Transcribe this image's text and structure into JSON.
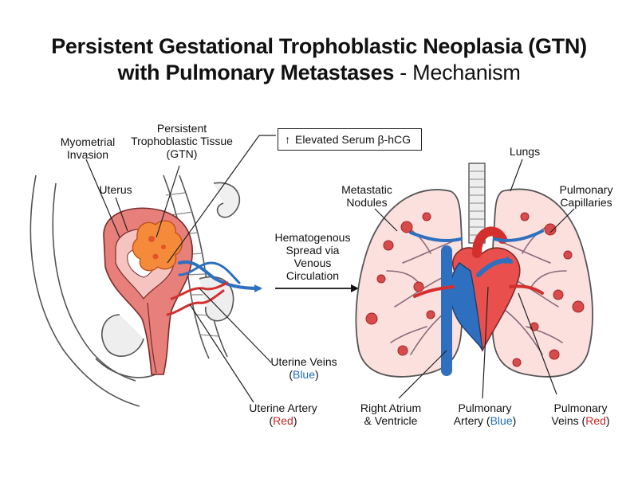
{
  "title": {
    "line1": "Persistent Gestational Trophoblastic Neoplasia (GTN)",
    "line2_bold": "with Pulmonary Metastases",
    "line2_rest": " - Mechanism"
  },
  "labels": {
    "myometrial_invasion": [
      "Myometrial",
      "Invasion"
    ],
    "persistent_tissue": [
      "Persistent",
      "Trophoblastic Tissue",
      "(GTN)"
    ],
    "uterus": "Uterus",
    "elevated_hcg": "Elevated Serum β-hCG",
    "hcg_icon": "arrow-up-icon",
    "spread": [
      "Hematogenous",
      "Spread via",
      "Venous",
      "Circulation"
    ],
    "lungs": "Lungs",
    "metastatic_nodules": [
      "Metastatic",
      "Nodules"
    ],
    "pulmonary_capillaries": [
      "Pulmonary",
      "Capillaries"
    ],
    "uterine_veins": {
      "line1": "Uterine Veins",
      "open": "(",
      "color_word": "Blue",
      "close": ")"
    },
    "uterine_artery": {
      "line1": "Uterine Artery",
      "open": "(",
      "color_word": "Red",
      "close": ")"
    },
    "right_atrium": [
      "Right Atrium",
      "& Ventricle"
    ],
    "pulmonary_artery": {
      "line1": "Pulmonary",
      "line2_prefix": "Artery (",
      "color_word": "Blue",
      "close": ")"
    },
    "pulmonary_veins": {
      "line1": "Pulmonary",
      "line2_prefix": "Veins (",
      "color_word": "Red",
      "close": ")"
    }
  },
  "colors": {
    "artery_red": "#d32f2f",
    "vein_blue": "#2e6fbf",
    "tissue_pink": "#f6c4c0",
    "tumor_orange": "#f58b3a",
    "lung_fill": "#fbe0de",
    "nodule": "#d84b4b"
  }
}
